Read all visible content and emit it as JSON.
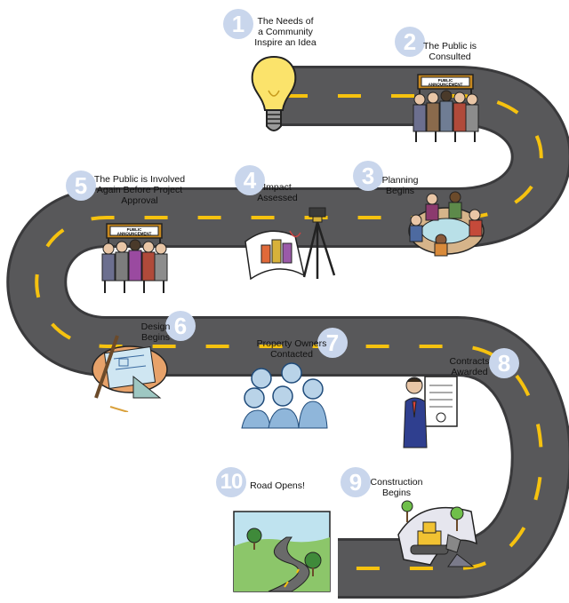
{
  "diagram": {
    "steps": [
      {
        "number": "1",
        "label_lines": [
          "The Needs of",
          "a Community",
          "Inspire an Idea"
        ],
        "icon": "lightbulb-icon"
      },
      {
        "number": "2",
        "label_lines": [
          "The Public is",
          "Consulted"
        ],
        "icon": "public-announcement-icon"
      },
      {
        "number": "3",
        "label_lines": [
          "Planning",
          "Begins"
        ],
        "icon": "planning-meeting-icon"
      },
      {
        "number": "4",
        "label_lines": [
          "Impact",
          "Assessed"
        ],
        "icon": "survey-tripod-icon"
      },
      {
        "number": "5",
        "label_lines": [
          "The Public is Involved",
          "Again Before Project",
          "Approval"
        ],
        "icon": "public-announcement-icon"
      },
      {
        "number": "6",
        "label_lines": [
          "Design",
          "Begins"
        ],
        "icon": "drafting-table-icon"
      },
      {
        "number": "7",
        "label_lines": [
          "Property Owners",
          "Contacted"
        ],
        "icon": "property-owners-icon"
      },
      {
        "number": "8",
        "label_lines": [
          "Contracts",
          "Awarded"
        ],
        "icon": "contract-signing-icon"
      },
      {
        "number": "9",
        "label_lines": [
          "Construction",
          "Begins"
        ],
        "icon": "bulldozer-icon"
      },
      {
        "number": "10",
        "label_lines": [
          "Road Opens!"
        ],
        "icon": "open-road-icon"
      }
    ],
    "sign_text": [
      "PUBLIC",
      "ANNOUNCEMENT"
    ],
    "colors": {
      "road": "#58585a",
      "road_edge": "#3a3a3c",
      "lane_mark": "#f6c20f",
      "badge": "#c9d6ec",
      "bulb": "#fbe36b",
      "sign": "#c8891f"
    }
  }
}
